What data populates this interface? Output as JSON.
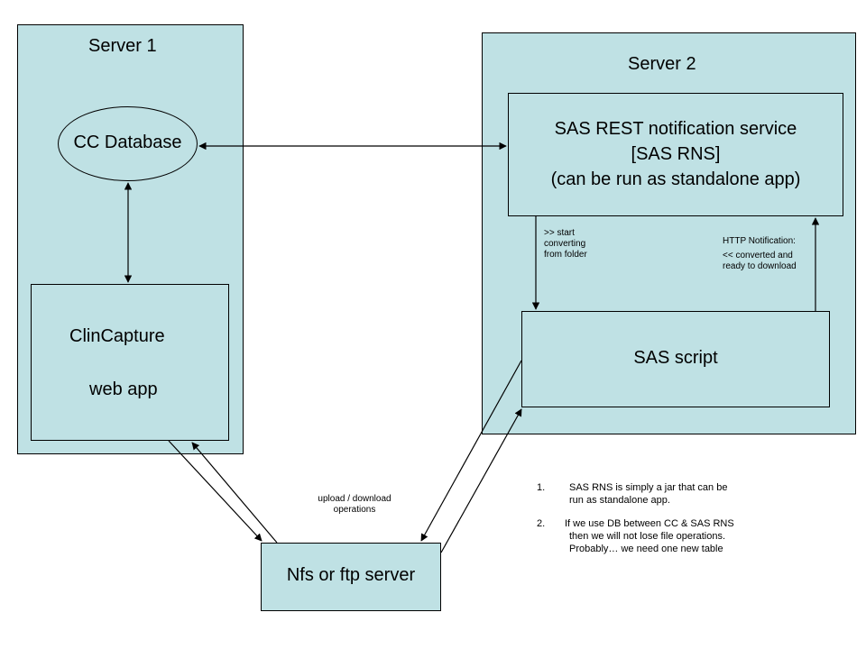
{
  "colors": {
    "panel_fill": "#bfe1e4",
    "box_fill": "#bfe1e4",
    "nfs_fill": "#bfe1e4",
    "stroke": "#000000"
  },
  "server1": {
    "title": "Server 1",
    "database_label": "CC Database",
    "webapp_line1": "ClinCapture",
    "webapp_line2": "web app"
  },
  "server2": {
    "title": "Server 2",
    "rns_line1": "SAS REST notification service",
    "rns_line2": "[SAS RNS]",
    "rns_line3": "(can be run as standalone app)",
    "script_label": "SAS script",
    "start_note_line1": ">> start",
    "start_note_line2": "converting",
    "start_note_line3": "from folder",
    "http_note_line1": "HTTP Notification:",
    "http_note_line2": "<< converted and",
    "http_note_line3": "ready to download"
  },
  "nfs": {
    "label": "Nfs or ftp server",
    "ops_line1": "upload / download",
    "ops_line2": "operations"
  },
  "notes": {
    "n1_num": "1.",
    "n1_line1": "SAS RNS is simply a jar that can be",
    "n1_line2": "run as standalone app.",
    "n2_num": "2.",
    "n2_line1": "If we use DB between CC & SAS RNS",
    "n2_line2": "then we will not lose file operations.",
    "n2_line3": "Probably… we need one new table"
  }
}
